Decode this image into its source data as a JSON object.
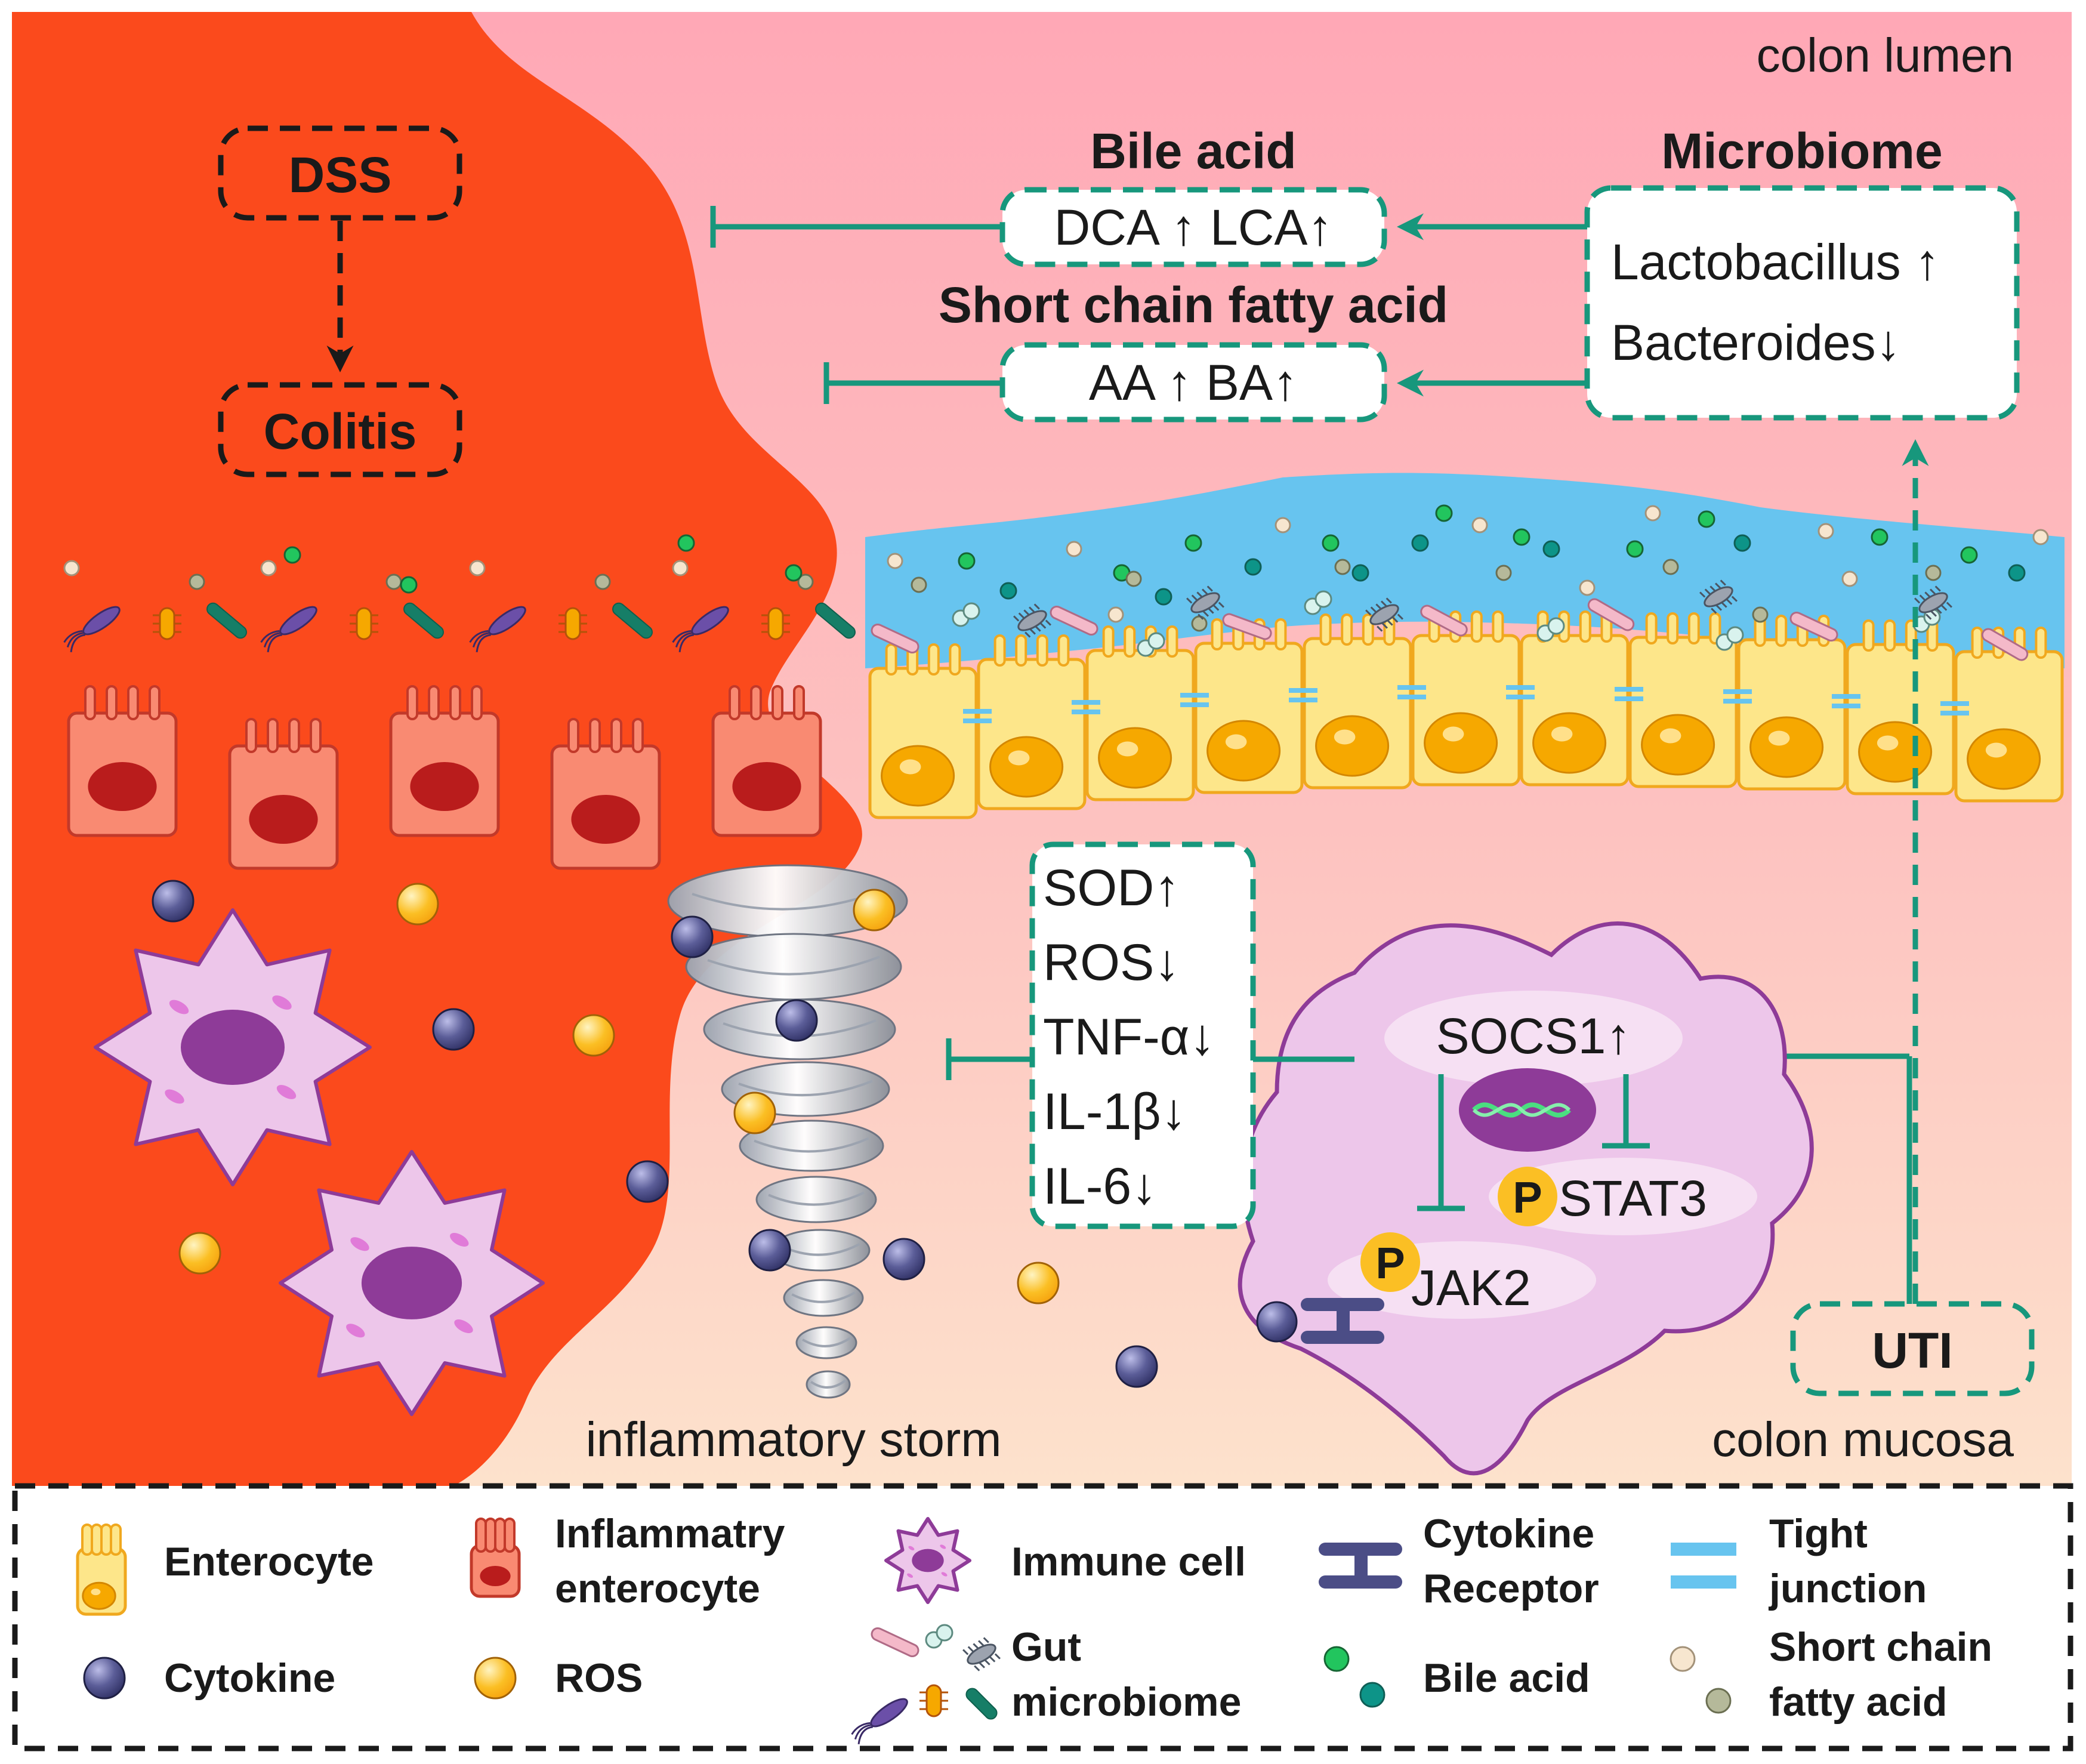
{
  "colors": {
    "teal": "#17977c",
    "inflamed": "#fb4a1c",
    "lumen_top": "#ffa8b6",
    "mucosa_bottom": "#fde2cc",
    "mucus": "#67c4ef",
    "enterocyte": "#fde68a",
    "nucleus_yellow": "#f6a800",
    "immune_cell": "#edc6ea",
    "immune_nucleus": "#8e3b98",
    "cytokine": "#4b4d86",
    "ros": "#fbbf24"
  },
  "regions": {
    "lumen": "colon lumen",
    "mucosa": "colon mucosa",
    "storm": "inflammatory storm"
  },
  "flow": {
    "dss": "DSS",
    "colitis": "Colitis",
    "uti": "UTI"
  },
  "microbiome": {
    "title": "Microbiome",
    "line1": "Lactobacillus ↑",
    "line2": "Bacteroides↓"
  },
  "bile_acid": {
    "title": "Bile acid",
    "values": "DCA ↑ LCA↑"
  },
  "scfa": {
    "title": "Short chain fatty acid",
    "values": "AA ↑ BA↑"
  },
  "oxidative": {
    "items": [
      "SOD↑",
      "ROS↓",
      "TNF-α↓",
      "IL-1β↓",
      "IL-6↓"
    ]
  },
  "signaling": {
    "socs1": "SOCS1↑",
    "stat3": "STAT3",
    "jak2": "JAK2",
    "phospho": "P"
  },
  "legend": {
    "enterocyte": "Enterocyte",
    "inflammatory_1": "Inflammatry",
    "inflammatory_2": "enterocyte",
    "immune": "Immune cell",
    "receptor_1": "Cytokine",
    "receptor_2": "Receptor",
    "tight_1": "Tight",
    "tight_2": "junction",
    "cytokine": "Cytokine",
    "ros": "ROS",
    "gut_1": "Gut",
    "gut_2": "microbiome",
    "bile": "Bile acid",
    "scfa_1": "Short chain",
    "scfa_2": "fatty acid"
  }
}
